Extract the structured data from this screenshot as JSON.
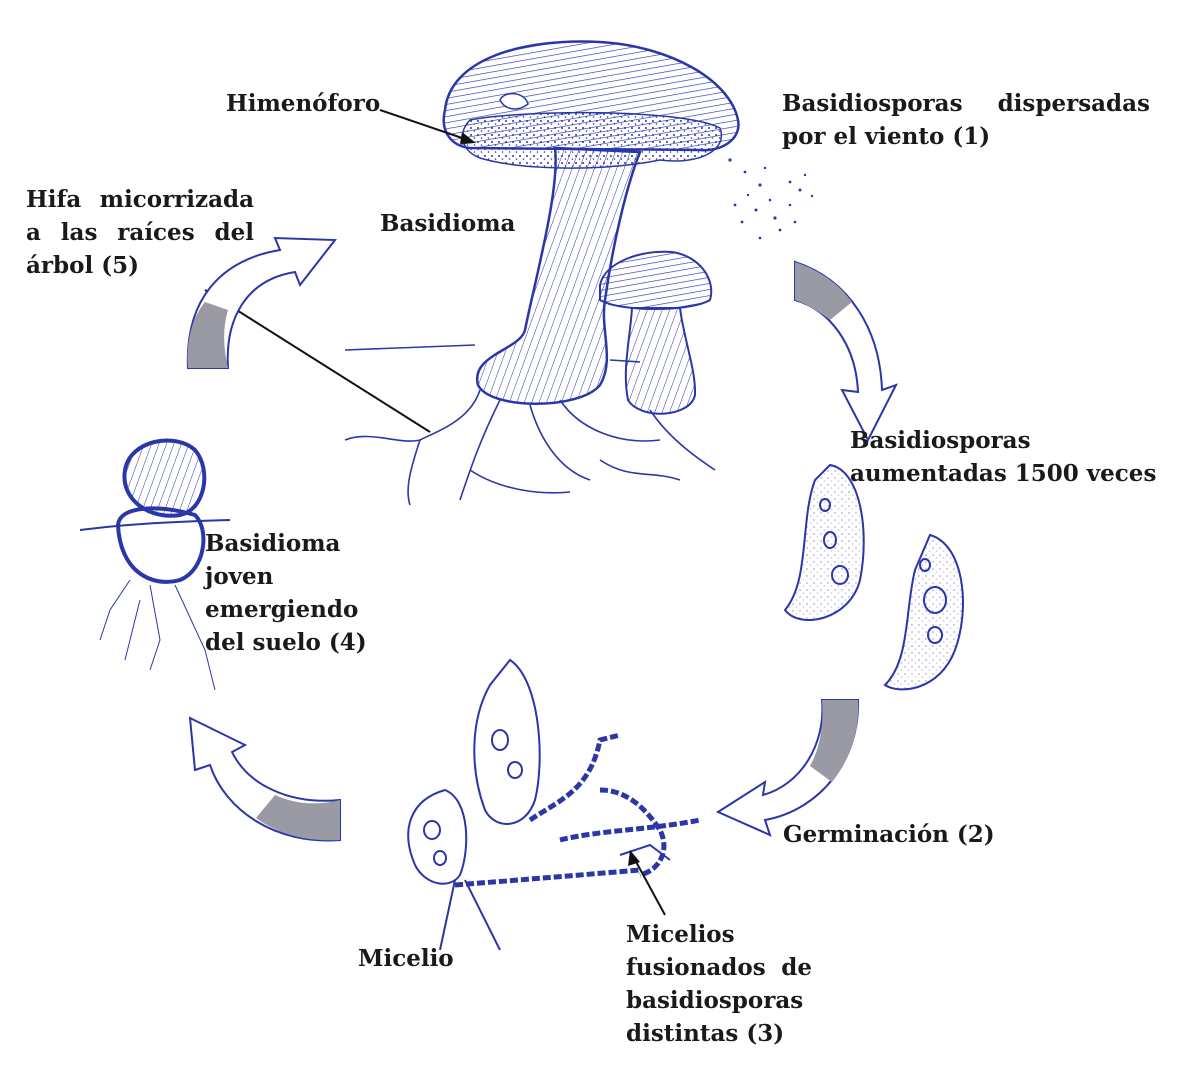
{
  "labels": {
    "himenoforo": "Himenóforo",
    "basidioma": "Basidioma",
    "dispersadas": [
      "Basidiosporas   dispersadas",
      "por el viento (1)"
    ],
    "hifa": [
      "Hifa  micorrizada",
      "a  las  raíces  del",
      "árbol (5)"
    ],
    "aumentadas": [
      "Basidiosporas",
      "aumentadas 1500 veces"
    ],
    "joven": [
      "Basidioma",
      "joven",
      "emergiendo",
      "del suelo (4)"
    ],
    "germinacion": "Germinación (2)",
    "micelio": "Micelio",
    "fusionados": [
      "Micelios",
      "fusionados    de",
      "basidiosporas",
      "distintas (3)"
    ]
  },
  "colors": {
    "ink": "#2b36a8",
    "arrow_fill": "#9a9aa4",
    "text": "#1a1a1a"
  }
}
